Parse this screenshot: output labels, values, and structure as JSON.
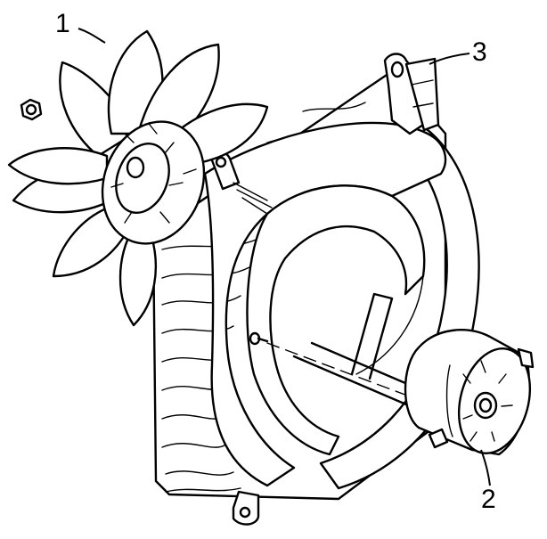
{
  "callouts": [
    {
      "id": "1",
      "label": "1"
    },
    {
      "id": "2",
      "label": "2"
    },
    {
      "id": "3",
      "label": "3"
    }
  ],
  "colors": {
    "ink": "#000000",
    "paper": "#ffffff"
  }
}
